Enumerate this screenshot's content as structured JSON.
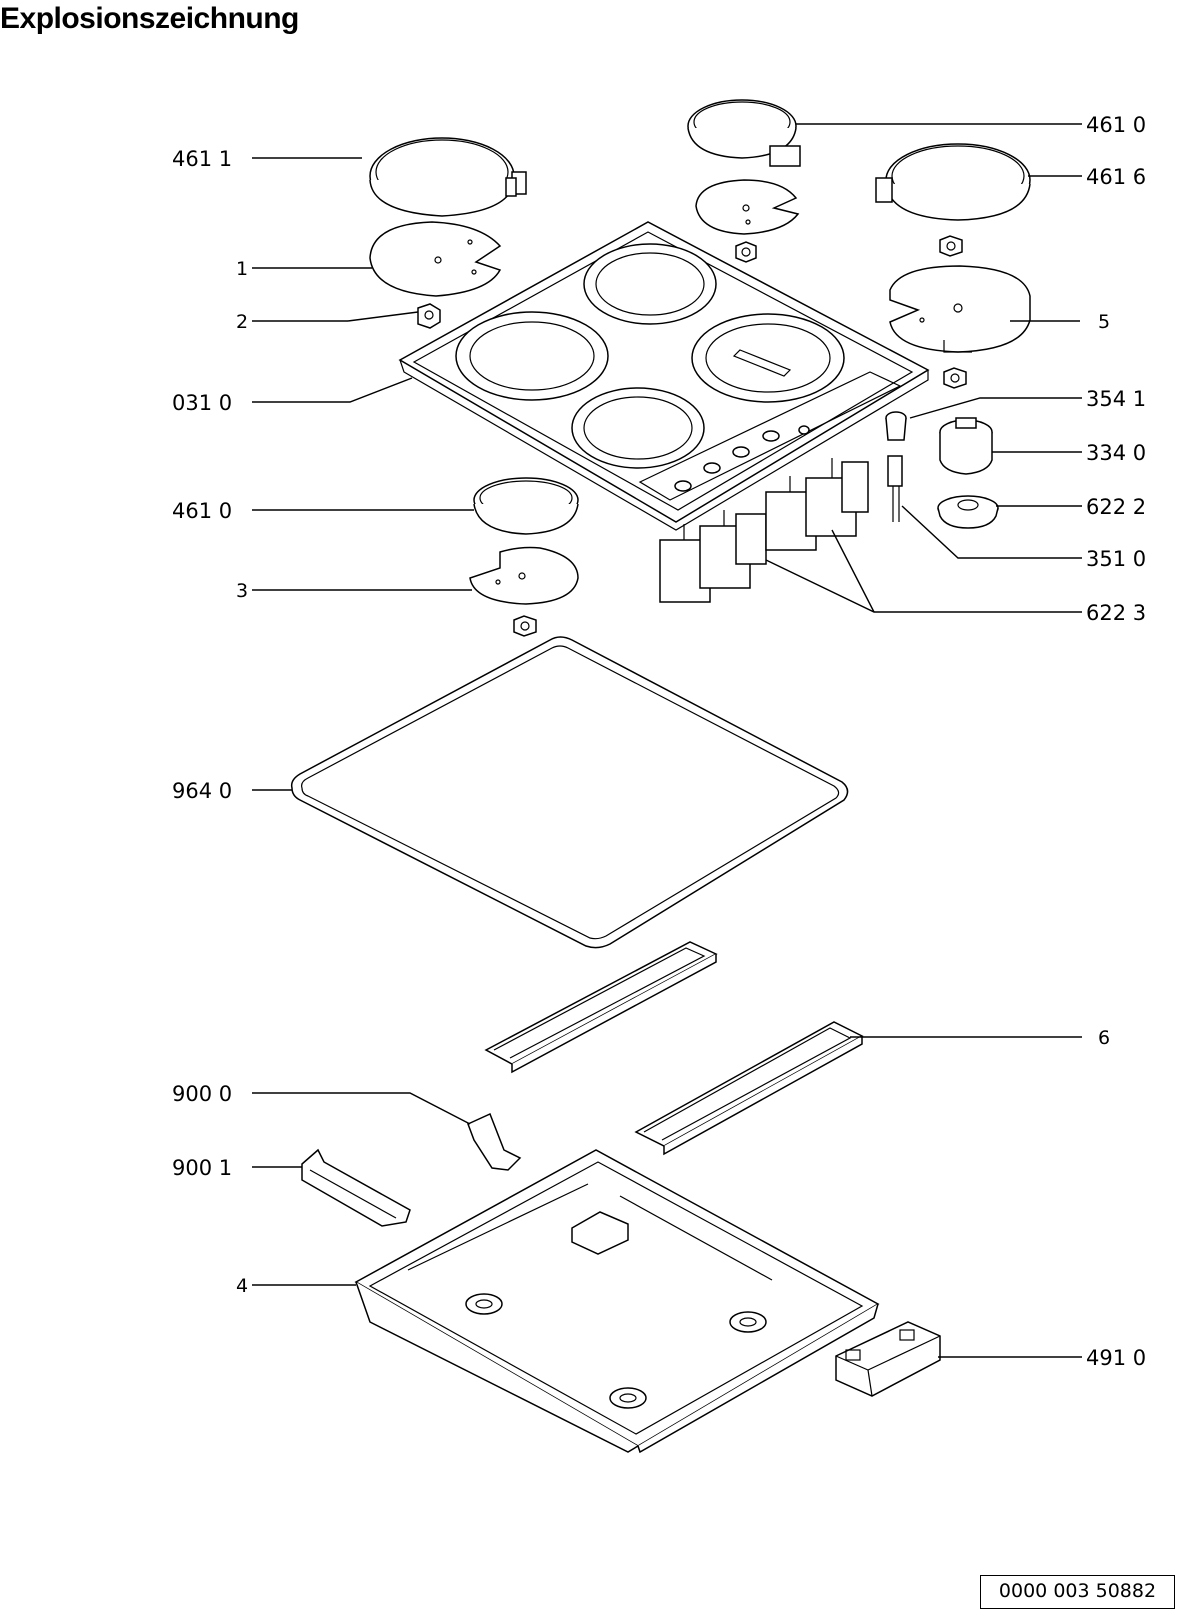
{
  "title": "Explosionszeichnung",
  "doc_number": "0000 003 50882",
  "labels": {
    "l_461_1": "461  1",
    "l_1": "1",
    "l_2": "2",
    "l_031_0": "031 0",
    "l_461_0_mid": "461 0",
    "l_3": "3",
    "l_964_0": "964 0",
    "l_900_0": "900 0",
    "l_900_1": "900 1",
    "l_4": "4",
    "l_461_0_top": "461 0",
    "l_461_6": "461 6",
    "l_5": "5",
    "l_354_1": "354 1",
    "l_334_0": "334 0",
    "l_622_2": "622 2",
    "l_351_0": "351 0",
    "l_622_3": "622 3",
    "l_6": "6",
    "l_491_0": "491 0"
  }
}
